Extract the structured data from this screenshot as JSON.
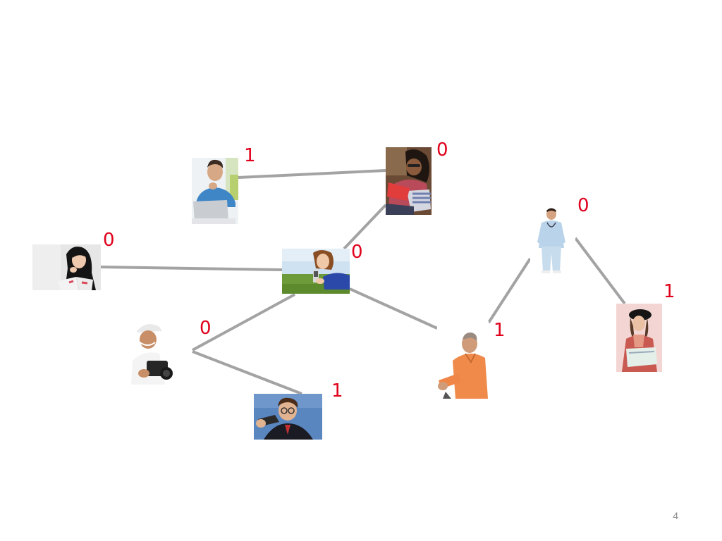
{
  "slide": {
    "page_number": "4"
  },
  "graph": {
    "nodes": [
      {
        "id": "man-laptop",
        "label": "1",
        "photo": "man-with-laptop-photo"
      },
      {
        "id": "woman-reading-top",
        "label": "0",
        "photo": "woman-reading-photo"
      },
      {
        "id": "woman-book-left",
        "label": "0",
        "photo": "woman-with-book-photo"
      },
      {
        "id": "woman-grass",
        "label": "0",
        "photo": "woman-on-grass-photo"
      },
      {
        "id": "doctor",
        "label": "0",
        "photo": "doctor-photo"
      },
      {
        "id": "woman-beret",
        "label": "1",
        "photo": "woman-in-beret-photo"
      },
      {
        "id": "man-camera",
        "label": "0",
        "photo": "man-with-camera-photo"
      },
      {
        "id": "older-man",
        "label": "1",
        "photo": "older-man-photo"
      },
      {
        "id": "man-suit",
        "label": "1",
        "photo": "man-in-suit-photo"
      }
    ],
    "edges": [
      [
        "man-laptop",
        "woman-reading-top"
      ],
      [
        "woman-reading-top",
        "woman-grass"
      ],
      [
        "woman-book-left",
        "woman-grass"
      ],
      [
        "woman-grass",
        "man-camera"
      ],
      [
        "woman-grass",
        "older-man"
      ],
      [
        "man-camera",
        "man-suit"
      ],
      [
        "older-man",
        "doctor"
      ],
      [
        "doctor",
        "woman-beret"
      ]
    ],
    "colors": {
      "edge": "#a3a3a3",
      "label": "#e0001b"
    }
  }
}
